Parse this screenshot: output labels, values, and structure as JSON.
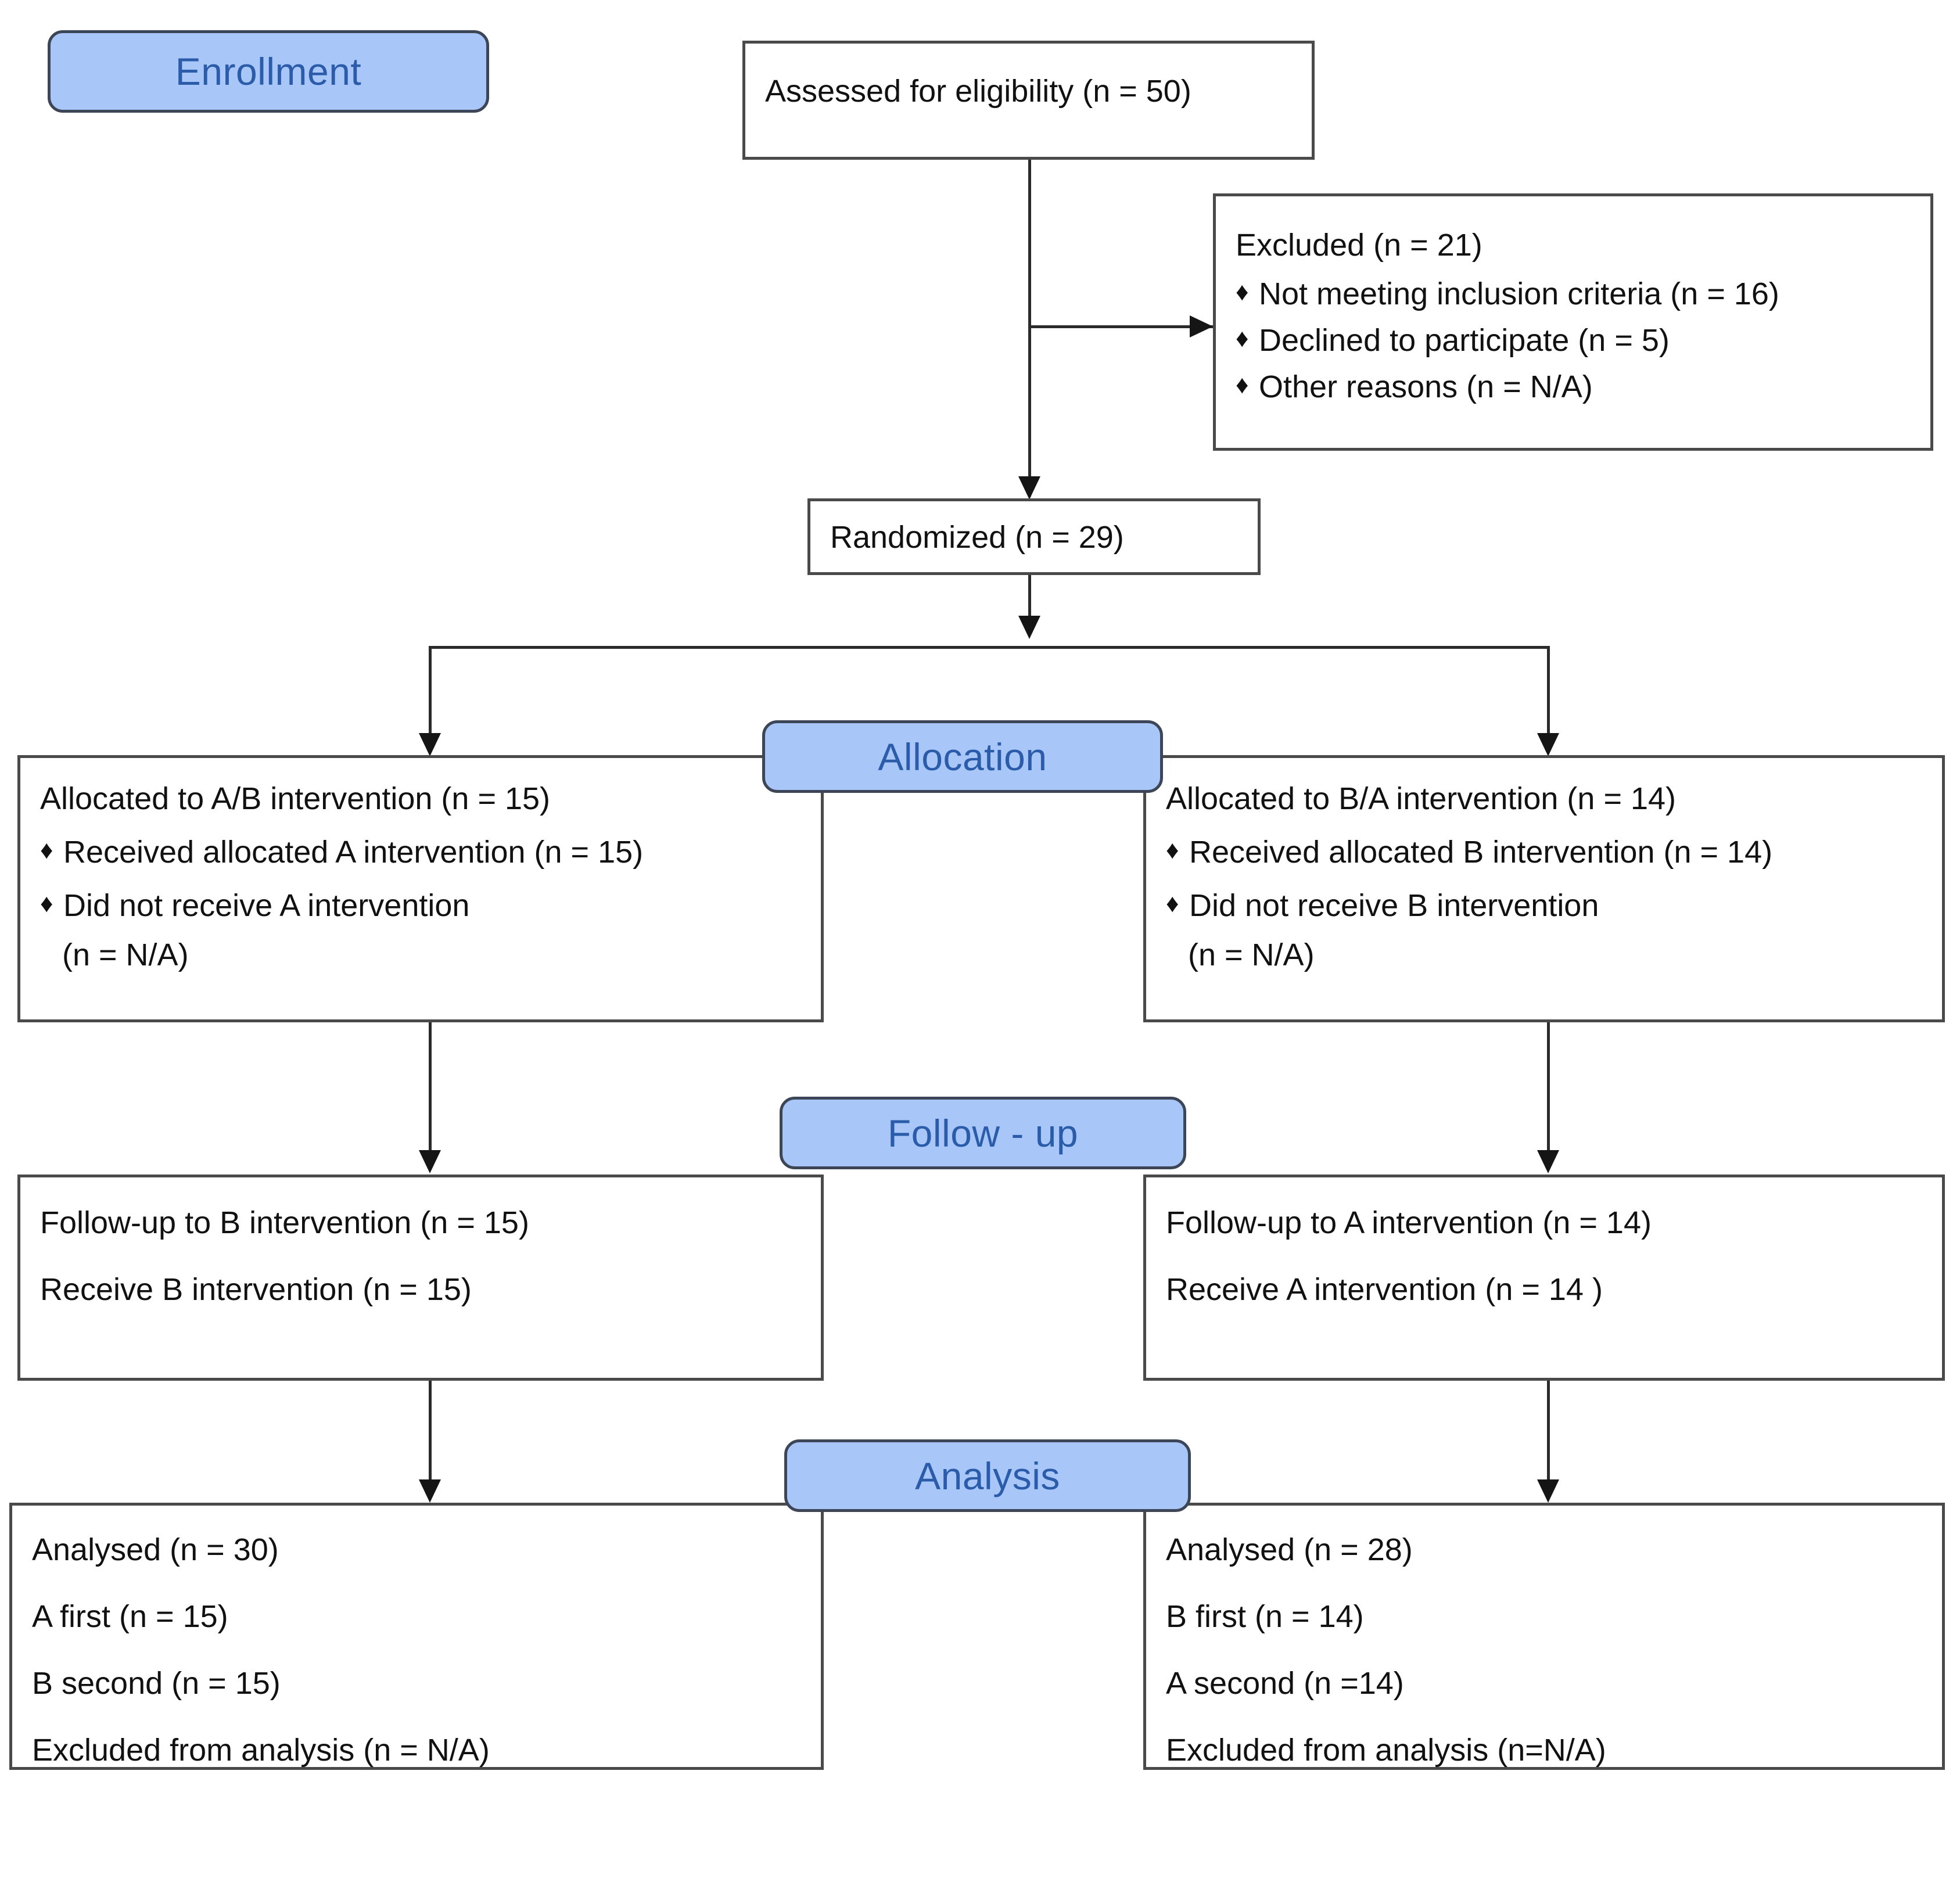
{
  "diagram": {
    "type": "CONSORT flow diagram (crossover trial)",
    "accent_color": "#a8c6f7",
    "banner_text_color": "#2b5caa",
    "box_border_color": "#4a4a4a",
    "bullet_glyph": "♦"
  },
  "banners": {
    "enrollment": "Enrollment",
    "allocation": "Allocation",
    "followup": "Follow - up",
    "analysis": "Analysis"
  },
  "enrollment": {
    "assessed": "Assessed for eligibility (n = 50)",
    "excluded_title": "Excluded  (n = 21)",
    "excluded_reasons": [
      "Not meeting inclusion criteria (n = 16)",
      "Declined to participate (n = 5)",
      "Other reasons (n = N/A)"
    ],
    "randomized": "Randomized (n = 29)"
  },
  "allocation": {
    "left": {
      "title": "Allocated to A/B  intervention (n = 15)",
      "bullets": [
        "Received allocated A intervention (n = 15)",
        "Did not receive A intervention"
      ],
      "continuation": "(n = N/A)"
    },
    "right": {
      "title": "Allocated to B/A intervention (n = 14)",
      "bullets": [
        "Received allocated B intervention (n = 14)",
        "Did not receive B intervention"
      ],
      "continuation": "(n = N/A)"
    }
  },
  "followup": {
    "left": {
      "line1": "Follow-up to B intervention (n = 15)",
      "line2": "Receive B intervention (n = 15)"
    },
    "right": {
      "line1": "Follow-up to A intervention (n = 14)",
      "line2": "Receive A intervention (n = 14 )"
    }
  },
  "analysis": {
    "left": {
      "line1": "Analysed  (n = 30)",
      "line2": "A first (n = 15)",
      "line3": "B second (n = 15)",
      "line4": "Excluded from analysis (n = N/A)"
    },
    "right": {
      "line1": "Analysed  (n = 28)",
      "line2": "B first (n = 14)",
      "line3": "A second (n =14)",
      "line4": "Excluded from analysis (n=N/A)"
    }
  }
}
